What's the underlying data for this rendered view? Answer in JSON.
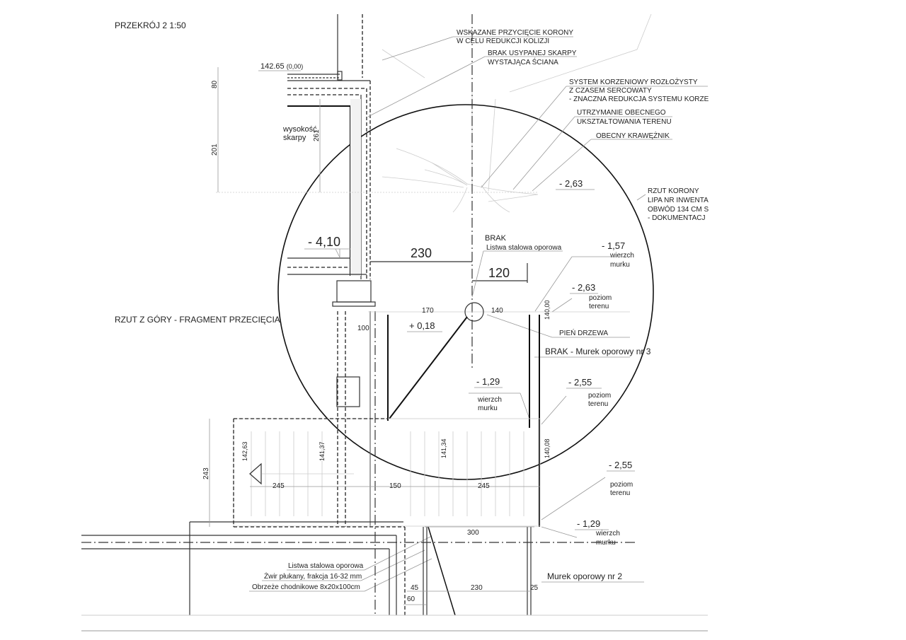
{
  "titles": {
    "section": "PRZEKRÓJ 2   1:50",
    "plan": "RZUT Z GÓRY - FRAGMENT PRZECIĘCIA"
  },
  "section": {
    "level_main": "142.65",
    "level_zero": "(0,00)",
    "dim_80": "80",
    "dim_201": "201",
    "dim_261": "261",
    "slope_height": [
      "wysokość",
      "skarpy"
    ],
    "level_410": "- 4,10",
    "dim_230": "230",
    "dim_120": "120",
    "level_263_top": "- 2,63"
  },
  "notes": {
    "crown_trim": [
      "WSKAZANE PRZYCIĘCIE KORONY",
      "W CELU REDUKCJI KOLIZJI"
    ],
    "no_slope": [
      "BRAK USYPANEJ SKARPY",
      "WYSTAJĄCA ŚCIANA"
    ],
    "roots": [
      "SYSTEM KORZENIOWY ROZŁOŻYSTY",
      "Z CZASEM SERCOWATY",
      "- ZNACZNA REDUKCJA SYSTEMU KORZE"
    ],
    "terrain": [
      "UTRZYMANIE OBECNEGO",
      "UKSZTAŁTOWANIA TERENU"
    ],
    "curb": "OBECNY KRAWĘŻNIK",
    "crown_proj": [
      "RZUT KORONY",
      "LIPA NR INWENTA",
      "OBWÓD 134 CM S",
      " - DOKUMENTACJ"
    ],
    "brak": "BRAK",
    "steel_strip_missing": "Listwa stalowa oporowa",
    "trunk": "PIEŃ DRZEWA",
    "wall3": "BRAK - Murek oporowy nr 3",
    "wall2": "Murek oporowy nr 2",
    "steel_strip": "Listwa stalowa oporowa",
    "gravel": "Żwir płukany, frakcja 16-32 mm",
    "edging": "Obrzeże chodnikowe 8x20x100cm"
  },
  "levels": {
    "l157": {
      "value": "- 1,57",
      "label": [
        "wierzch",
        "murku"
      ]
    },
    "l263": {
      "value": "- 2,63",
      "label": [
        "poziom",
        "terenu"
      ]
    },
    "l129a": {
      "value": "- 1,29",
      "label": [
        "wierzch",
        "murku"
      ]
    },
    "l255a": {
      "value": "- 2,55",
      "label": [
        "poziom",
        "terenu"
      ]
    },
    "l255b": {
      "value": "- 2,55",
      "label": [
        "poziom",
        "terenu"
      ]
    },
    "l129b": {
      "value": "- 1,29",
      "label": [
        "wierzch",
        "murku"
      ]
    },
    "plus018": "+ 0,18"
  },
  "plan": {
    "dim_170": "170",
    "dim_140": "140",
    "dim_100": "100",
    "elev_14000": "140,00",
    "elev_14263": "142,63",
    "elev_14137": "141,37",
    "elev_14134": "141,34",
    "elev_14008": "140,08",
    "dim_243": "243",
    "dim_245a": "245",
    "dim_150": "150",
    "dim_245b": "245",
    "dim_300": "300",
    "dim_45": "45",
    "dim_60": "60",
    "dim_230": "230",
    "dim_25": "25"
  }
}
